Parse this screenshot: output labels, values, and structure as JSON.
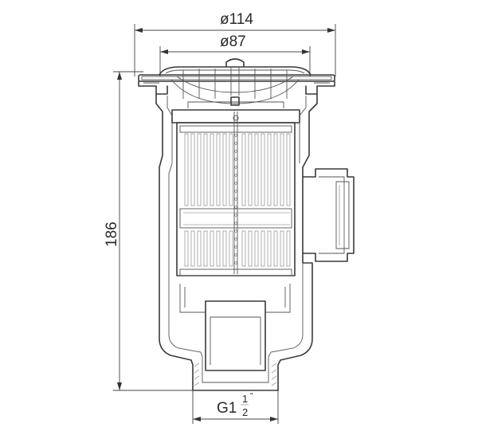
{
  "dimensions": {
    "outer_diameter": "ø114",
    "inner_diameter": "ø87",
    "height": "186",
    "thread_prefix": "G1",
    "thread_num": "1",
    "thread_den": "2",
    "thread_mark": "\""
  }
}
